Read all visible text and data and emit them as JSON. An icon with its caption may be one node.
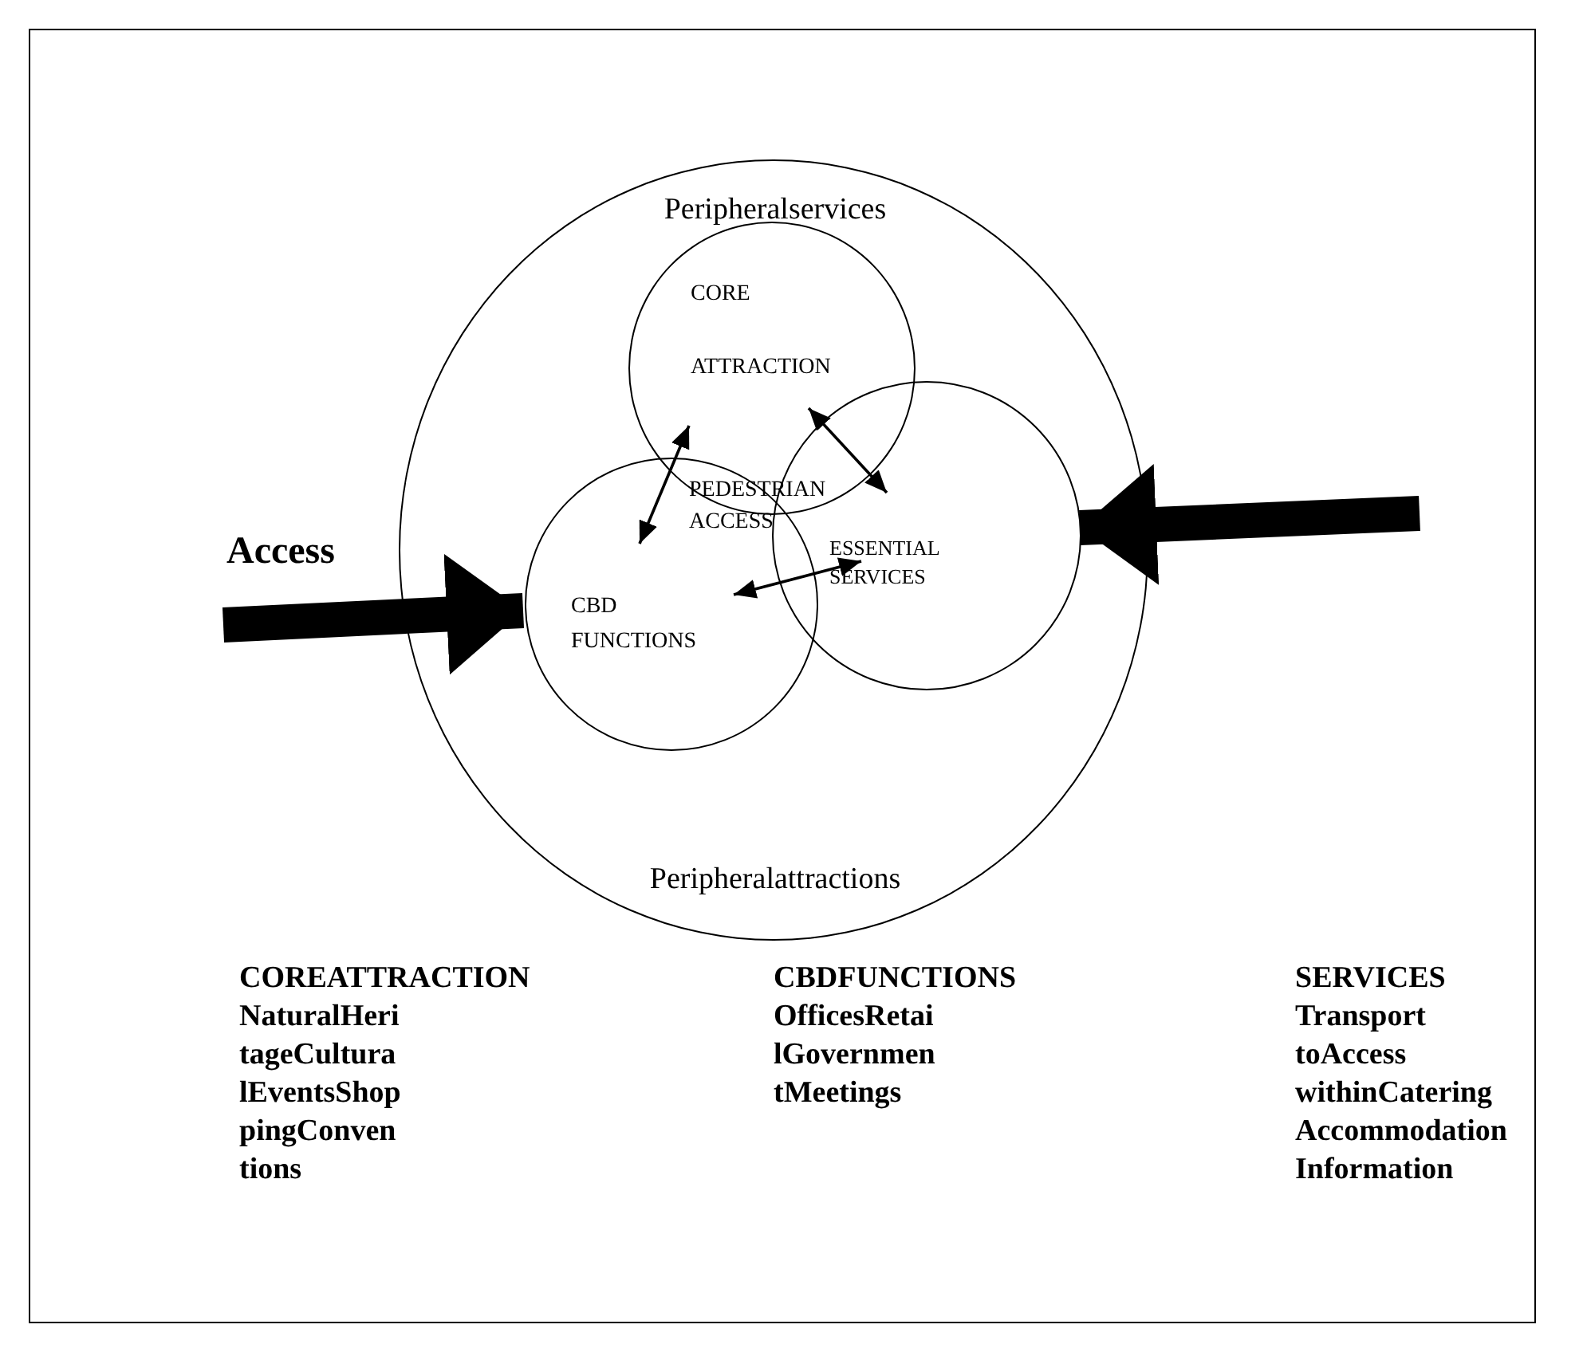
{
  "diagram": {
    "nodes": [
      {
        "text": [
          "Peripheralservices",
          "Peripheralattractions"
        ]
      },
      {
        "text": [
          "CORE ATTRACTION"
        ],
        "in": 0
      },
      {
        "text": [
          "CBD FUNCTIONS"
        ],
        "in": 0
      },
      {
        "text": [
          "ESSENTIAL SERVICES"
        ],
        "in": 0
      }
    ],
    "edges": [
      {
        "from": null,
        "to": 2,
        "arrow": "to",
        "label": "Access",
        "style": "thick"
      },
      {
        "from": null,
        "to": 3,
        "arrow": "to",
        "style": "thick"
      },
      {
        "from": 2,
        "to": 1,
        "arrow": "both"
      },
      {
        "from": 1,
        "to": 3,
        "arrow": "both"
      },
      {
        "from": 2,
        "to": 3,
        "arrow": "both"
      }
    ],
    "labels": [
      "PEDESTRIAN ACCESS",
      "COREATTRACTION",
      "NaturalHeri",
      "tageCultura",
      "lEventsShop",
      "pingConven",
      "tions",
      "CBDFUNCTIONS",
      "OfficesRetai",
      "lGovernmen",
      "tMeetings",
      "SERVICES",
      "Transport",
      "toAccess",
      "withinCatering",
      "Accommodation",
      "Information"
    ]
  }
}
